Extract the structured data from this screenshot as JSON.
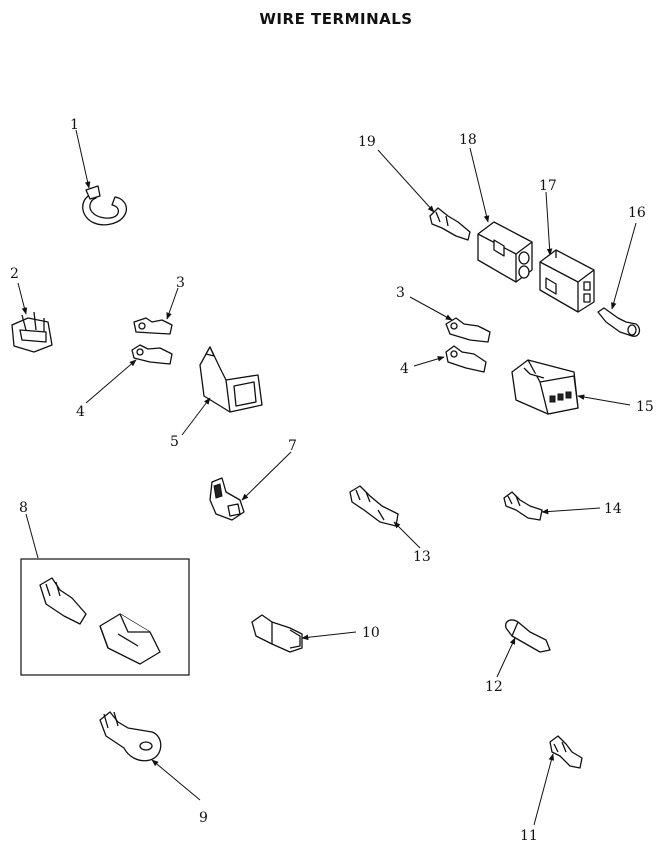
{
  "title": "WIRE TERMINALS",
  "labels": [
    "1",
    "2",
    "3",
    "4",
    "5",
    "7",
    "8",
    "9",
    "10",
    "11",
    "12",
    "13",
    "14",
    "15",
    "16",
    "17",
    "18",
    "19",
    "3",
    "4"
  ]
}
